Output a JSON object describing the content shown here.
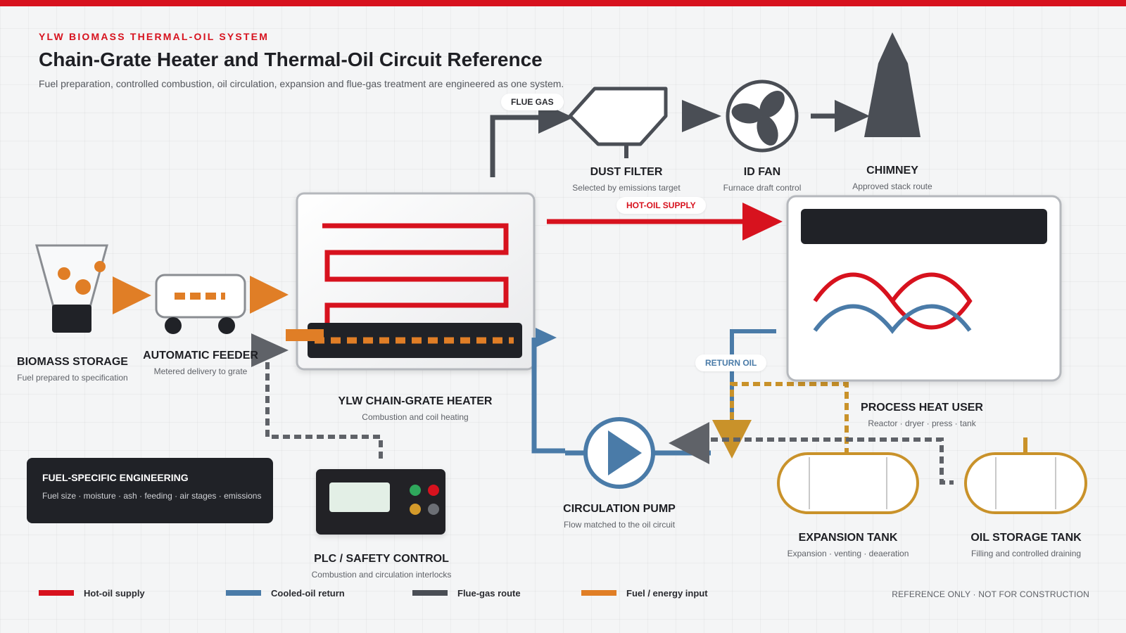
{
  "header": {
    "kicker": "YLW BIOMASS THERMAL-OIL SYSTEM",
    "title": "Chain-Grate Heater and Thermal-Oil Circuit Reference",
    "subtitle": "Fuel preparation, controlled combustion, oil circulation, expansion and flue-gas treatment are engineered as one system."
  },
  "components": {
    "biomass_storage": {
      "title": "BIOMASS STORAGE",
      "subtitle": "Fuel prepared to specification"
    },
    "automatic_feeder": {
      "title": "AUTOMATIC FEEDER",
      "subtitle": "Metered delivery to grate"
    },
    "heater": {
      "title": "YLW CHAIN-GRATE HEATER",
      "subtitle": "Combustion and coil heating"
    },
    "dust_filter": {
      "title": "DUST FILTER",
      "subtitle": "Selected by emissions target"
    },
    "id_fan": {
      "title": "ID FAN",
      "subtitle": "Furnace draft control"
    },
    "chimney": {
      "title": "CHIMNEY",
      "subtitle": "Approved stack route"
    },
    "process_heat_user": {
      "title": "PROCESS HEAT USER",
      "subtitle": "Reactor · dryer · press · tank"
    },
    "circulation_pump": {
      "title": "CIRCULATION PUMP",
      "subtitle": "Flow matched to the oil circuit"
    },
    "plc": {
      "title": "PLC / SAFETY CONTROL",
      "subtitle": "Combustion and circulation interlocks"
    },
    "expansion_tank": {
      "title": "EXPANSION TANK",
      "subtitle": "Expansion · venting · deaeration"
    },
    "oil_storage_tank": {
      "title": "OIL STORAGE TANK",
      "subtitle": "Filling and controlled draining"
    }
  },
  "flow_labels": {
    "flue_gas": "FLUE GAS",
    "hot_oil_supply": "HOT-OIL SUPPLY",
    "return_oil": "RETURN OIL"
  },
  "engineering_box": {
    "title": "FUEL-SPECIFIC ENGINEERING",
    "text": "Fuel size · moisture · ash · feeding · air stages · emissions"
  },
  "legend": [
    {
      "label": "Hot-oil supply",
      "color": "#d7121e"
    },
    {
      "label": "Cooled-oil return",
      "color": "#4a7ba8"
    },
    {
      "label": "Flue-gas route",
      "color": "#4a4e55"
    },
    {
      "label": "Fuel / energy input",
      "color": "#e07e26"
    }
  ],
  "footer_note": "REFERENCE ONLY · NOT FOR CONSTRUCTION",
  "colors": {
    "accent_red": "#d7121e",
    "return_blue": "#4a7ba8",
    "flue_gray": "#4a4e55",
    "fuel_orange": "#e07e26",
    "expansion_gold": "#c9922a",
    "dark": "#202227"
  }
}
